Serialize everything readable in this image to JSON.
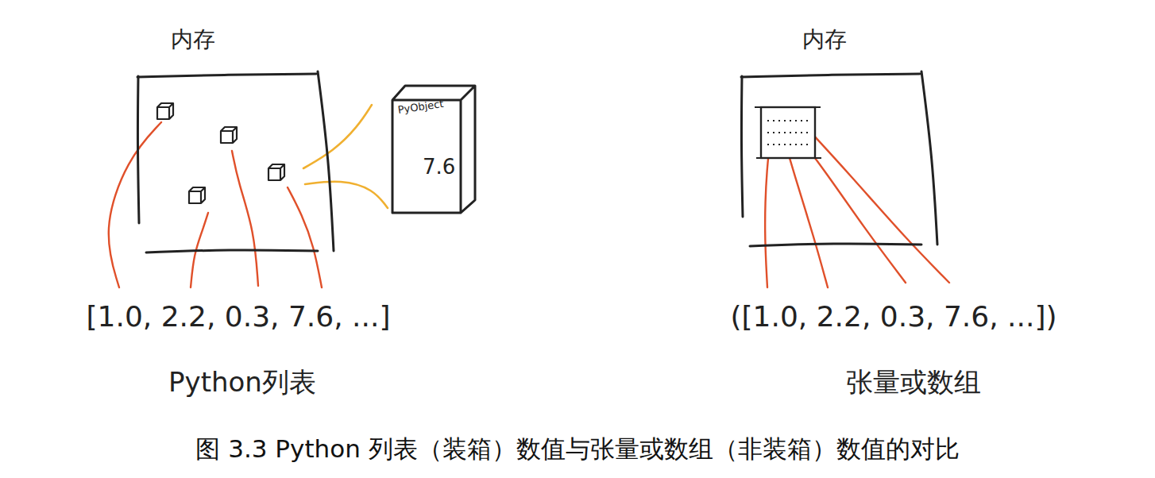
{
  "diagram": {
    "caption": "图 3.3 Python 列表（装箱）数值与张量或数组（非装箱）数值的对比",
    "nodes": [
      {
        "text": [
          "内存"
        ]
      },
      {
        "text": [
          "PyObject",
          "7.6"
        ]
      },
      {
        "text": [
          "内存"
        ]
      }
    ],
    "labels": [
      "[1.0, 2.2, 0.3, 7.6, ...]",
      "Python列表",
      "([1.0, 2.2, 0.3, 7.6, ...])",
      "张量或数组"
    ]
  }
}
